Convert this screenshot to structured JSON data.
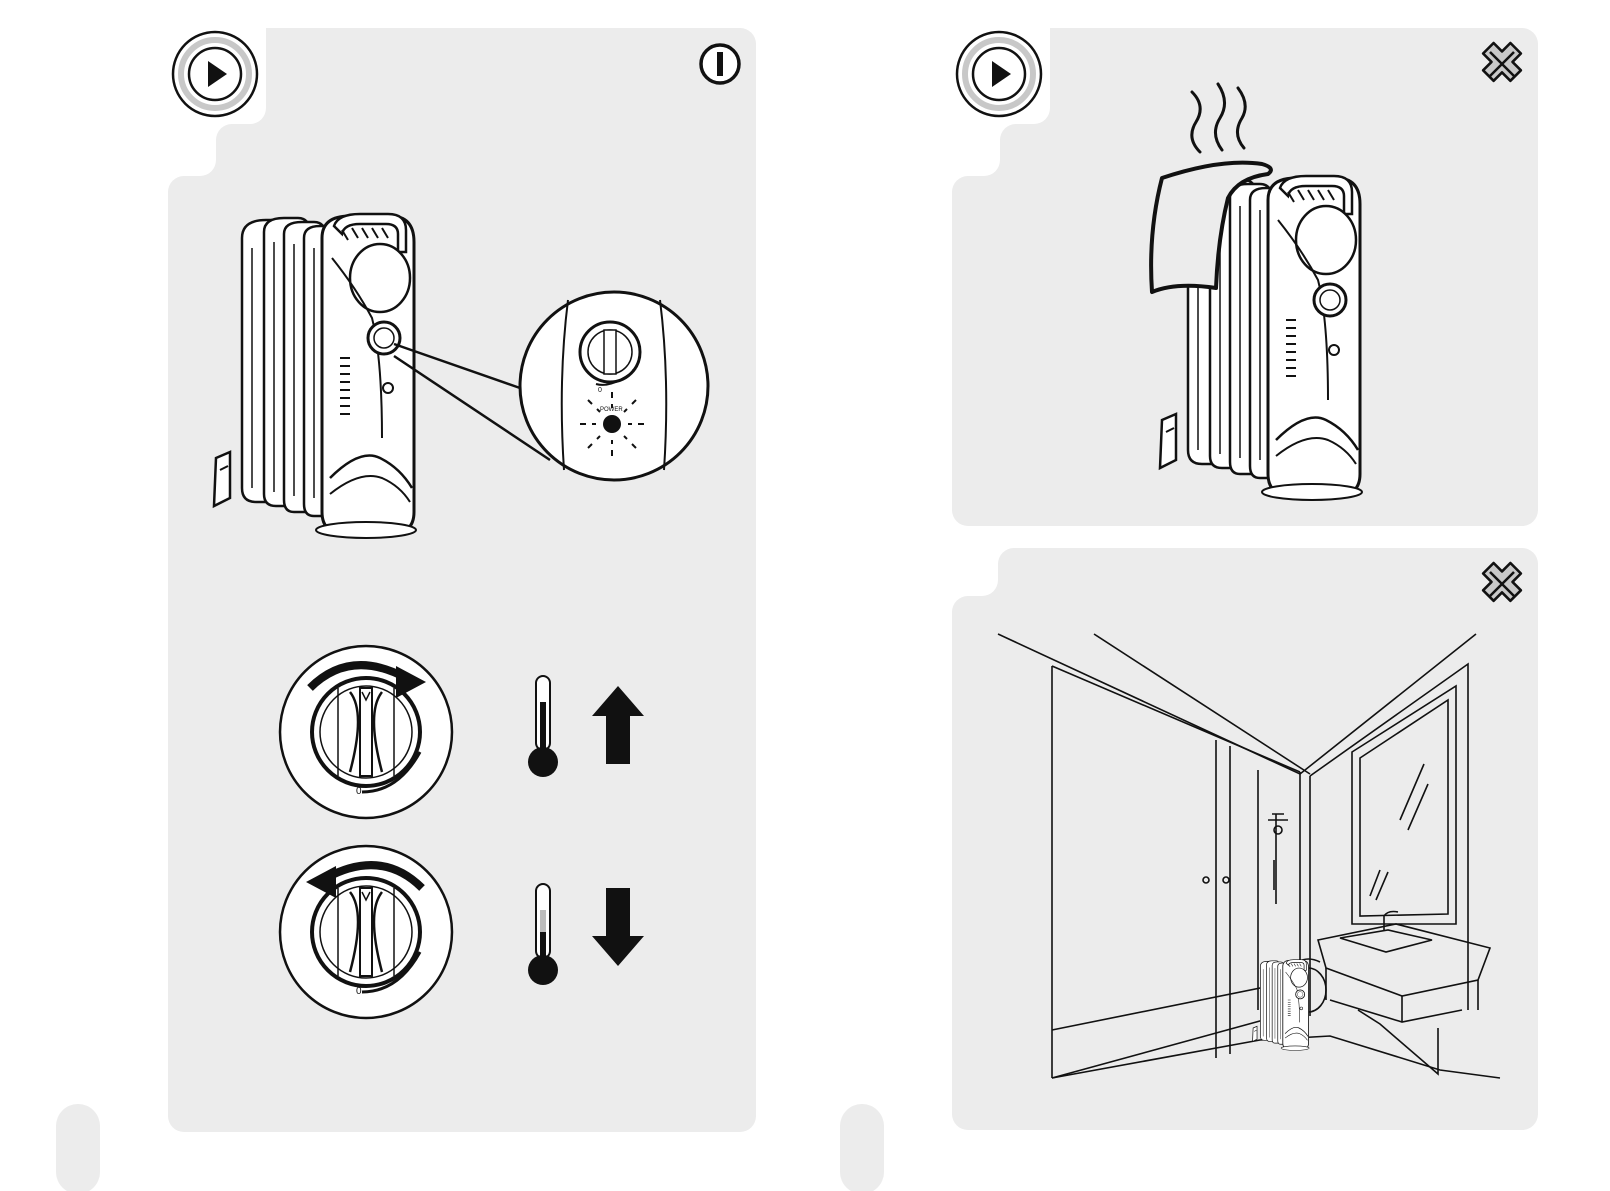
{
  "page": {
    "background": "#ffffff",
    "panel_color": "#ececec",
    "line_color": "#111111"
  },
  "panel_left": {
    "badge_icon": "play-icon",
    "corner_icon": "power-icon",
    "callout": {
      "power_label": "POWER",
      "dial_min_label": "0",
      "dial_plus_label": "+"
    },
    "dial_up": {
      "min_label": "0",
      "plus_label": "+",
      "direction": "clockwise",
      "icon": "thermometer-high-icon",
      "arrow": "arrow-up-icon"
    },
    "dial_down": {
      "min_label": "0",
      "plus_label": "+",
      "direction": "counter-clockwise",
      "icon": "thermometer-low-icon",
      "arrow": "arrow-down-icon"
    }
  },
  "panel_top_right": {
    "badge_icon": "play-icon",
    "corner_icon": "prohibited-x-icon",
    "scene": "towel-drying-warning"
  },
  "panel_bottom_right": {
    "corner_icon": "prohibited-x-icon",
    "scene": "bathroom-use-warning"
  }
}
